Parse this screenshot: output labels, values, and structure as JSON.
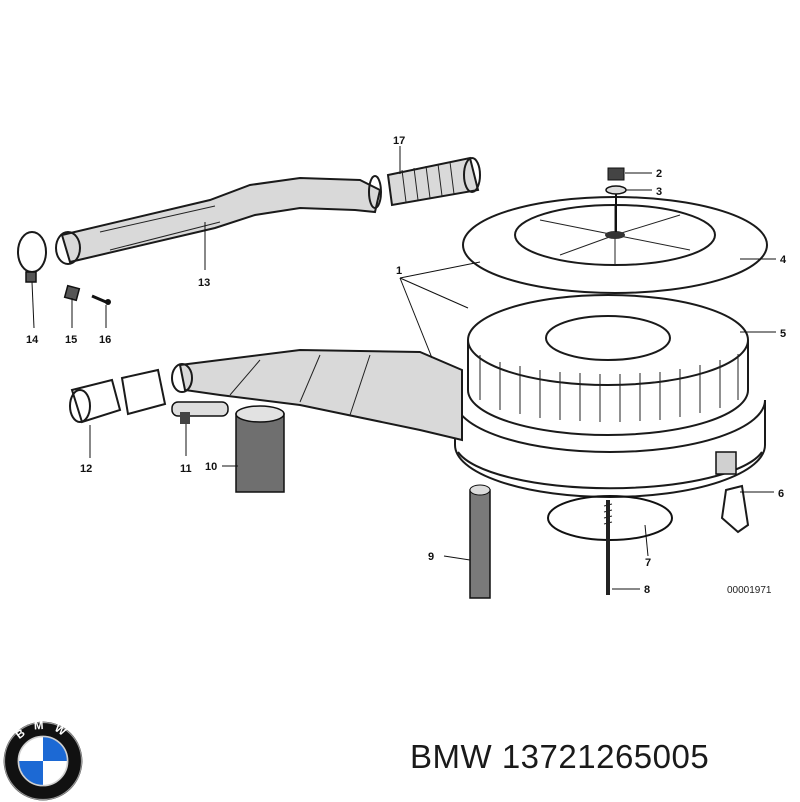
{
  "callouts": [
    "1",
    "2",
    "3",
    "4",
    "5",
    "6",
    "7",
    "8",
    "9",
    "10",
    "11",
    "12",
    "13",
    "14",
    "15",
    "16",
    "17"
  ],
  "reference_code": "00001971",
  "brand": "BMW",
  "part_number": "13721265005",
  "caption_separator": " ",
  "logo_text": "BMW",
  "colors": {
    "ink": "#1a1a1a",
    "logo_blue": "#1c69d4",
    "logo_ring": "#111111",
    "background": "#ffffff"
  }
}
